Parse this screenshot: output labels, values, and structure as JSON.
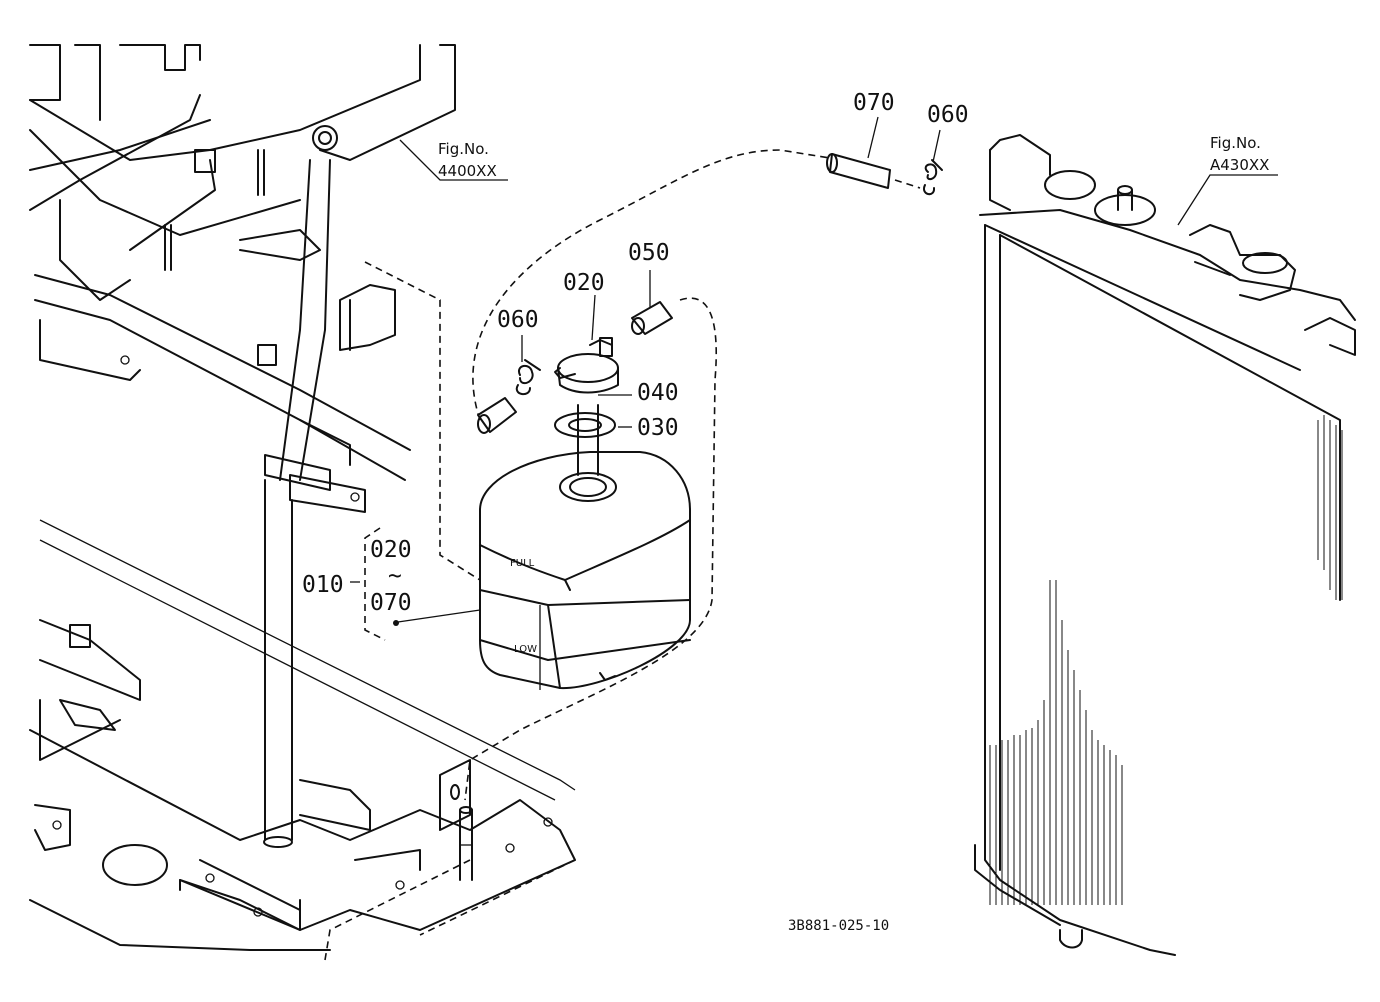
{
  "labels": {
    "p010": "010",
    "p020": "020",
    "p020_range": "020",
    "p030": "030",
    "p040": "040",
    "p050": "050",
    "p060_left": "060",
    "p060_right": "060",
    "p070_top": "070",
    "p070_range": "070",
    "range_sep": "~"
  },
  "figure_refs": {
    "left_line1": "Fig.No.",
    "left_line2": "4400XX",
    "right_line1": "Fig.No.",
    "right_line2": "A430XX"
  },
  "tank_marks": {
    "full": "FULL",
    "low": "LOW"
  },
  "drawing_code": "3B881-025-10"
}
